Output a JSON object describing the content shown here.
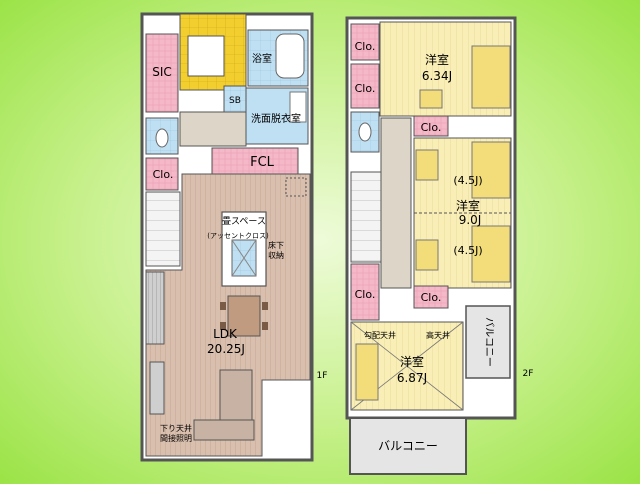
{
  "colors": {
    "wall": "#555555",
    "floor_wood": "#d9bfae",
    "floor_tatami": "#f9eeb6",
    "closet": "#f5b8c8",
    "bath": "#bfdff2",
    "hall": "#ddd6c8",
    "stair": "#f0f0f0",
    "balcony": "#e5e5e5",
    "storage_yellow": "#f2cf2e",
    "furniture": "#f3dd7a"
  },
  "floor1": {
    "label": "1F",
    "rooms": {
      "sic": "SIC",
      "bath": "浴室",
      "sb": "SB",
      "washroom": "洗面脱衣室",
      "fcl": "FCL",
      "clo": "Clo.",
      "ldk_name": "LDK",
      "ldk_size": "20.25J",
      "nook_line1": "畳スペース",
      "nook_line2": "(アッセントクロス)",
      "underfloor_line1": "床下",
      "underfloor_line2": "収納",
      "ceiling_line1": "下り天井",
      "ceiling_line2": "間接照明"
    }
  },
  "floor2": {
    "label": "2F",
    "rooms": {
      "clo_a": "Clo.",
      "clo_b": "Clo.",
      "clo_c": "Clo.",
      "clo_d": "Clo.",
      "clo_e": "Clo.",
      "bed1_name": "洋室",
      "bed1_size": "6.34J",
      "bed2_name": "洋室",
      "bed2_size": "9.0J",
      "bed2_split_a": "(4.5J)",
      "bed2_split_b": "(4.5J)",
      "bed3_name": "洋室",
      "bed3_size": "6.87J",
      "sloped_ceiling": "勾配天井",
      "high_ceiling": "高天井",
      "balcony_side": "バルコニー",
      "balcony_front": "バルコニー"
    }
  }
}
